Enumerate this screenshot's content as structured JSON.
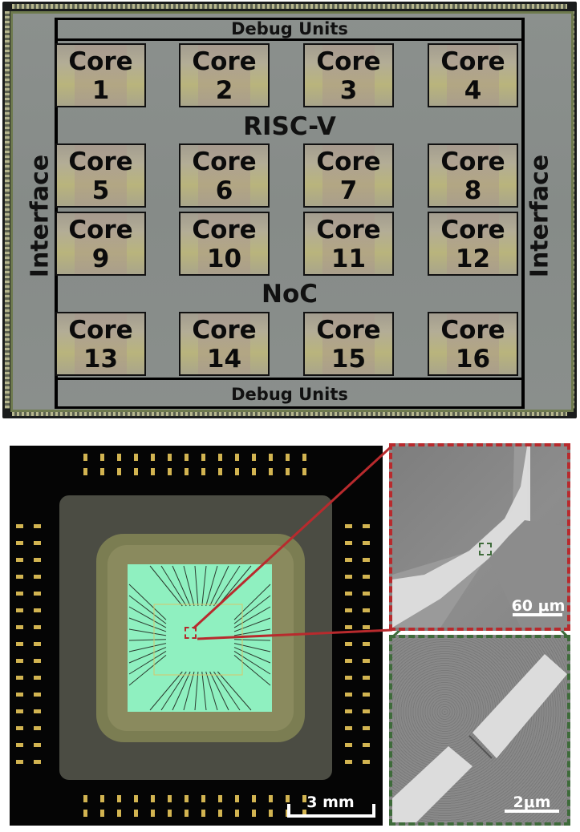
{
  "die": {
    "top_label": "Debug Units",
    "bottom_label": "Debug Units",
    "center_label_1": "RISC-V",
    "center_label_2": "NoC",
    "left_label": "Interface",
    "right_label": "Interface",
    "core_word": "Core",
    "cores": [
      "1",
      "2",
      "3",
      "4",
      "5",
      "6",
      "7",
      "8",
      "9",
      "10",
      "11",
      "12",
      "13",
      "14",
      "15",
      "16"
    ]
  },
  "package": {
    "scale_label": "3 mm"
  },
  "inset_red": {
    "scale_label": "60 μm"
  },
  "inset_green": {
    "scale_label": "2μm"
  },
  "colors": {
    "red_dash": "#b82a2d",
    "green_dash": "#3e6b3a",
    "chip_green": "#8ff0c0"
  }
}
